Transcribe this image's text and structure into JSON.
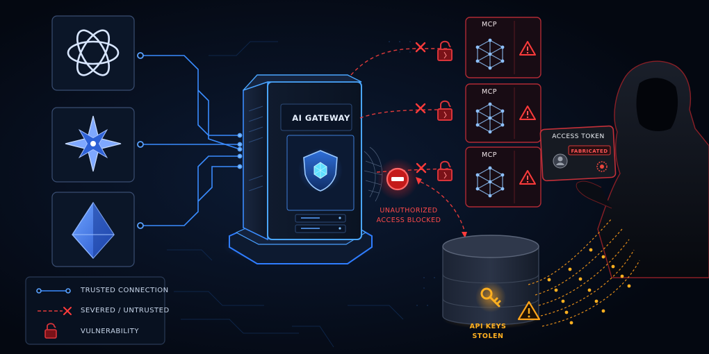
{
  "gateway": {
    "title": "AI GATEWAY"
  },
  "mcp_servers": [
    {
      "label": "MCP"
    },
    {
      "label": "MCP"
    },
    {
      "label": "MCP"
    }
  ],
  "alerts": {
    "blocked": [
      "UNAUTHORIZED",
      "ACCESS BLOCKED"
    ],
    "keys": [
      "API KEYS",
      "STOLEN"
    ]
  },
  "token": {
    "title": "ACCESS TOKEN",
    "status": "FABRICATED"
  },
  "legend": [
    {
      "label": "TRUSTED CONNECTION"
    },
    {
      "label": "SEVERED / UNTRUSTED"
    },
    {
      "label": "VULNERABILITY"
    }
  ],
  "icons": {
    "providers": [
      "openai-logo-icon",
      "compass-star-logo-icon",
      "diamond-logo-icon"
    ],
    "server": "server-icon",
    "shield": "shield-icon",
    "hacker": "hooded-hacker-icon",
    "database": "database-icon",
    "key": "key-icon",
    "lock": "broken-padlock-icon",
    "warning": "warning-icon",
    "blocked": "no-entry-icon",
    "mcp_node": "cube-network-icon"
  },
  "colors": {
    "background": "#050b16",
    "trusted": "#3a8cff",
    "danger": "#ff3b3b",
    "key": "#ffa51a"
  }
}
